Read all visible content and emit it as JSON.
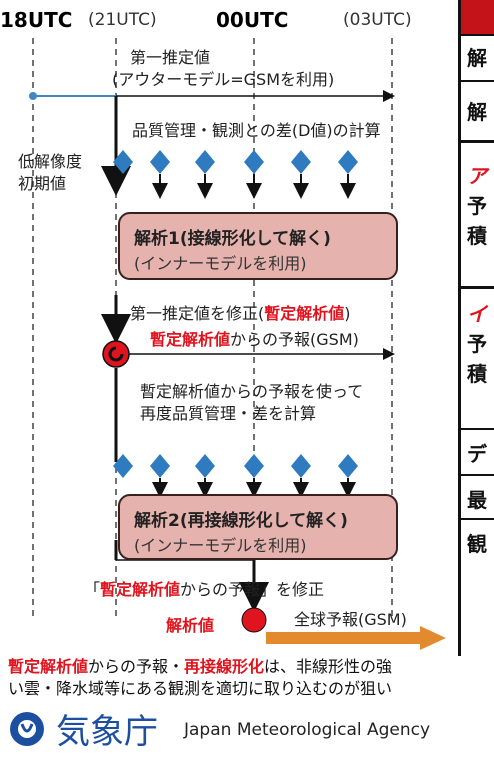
{
  "timeline": {
    "t18": "18UTC",
    "t21": "(21UTC)",
    "t00": "00UTC",
    "t03": "(03UTC)"
  },
  "diagram": {
    "first_guess_title": "第一推定値",
    "first_guess_sub": "(アウターモデル=GSMを利用)",
    "qc_label": "品質管理・観測との差(D値)の計算",
    "lowres_line1": "低解像度",
    "lowres_line2": "初期値",
    "analysis1_title": "解析1(接線形化して解く)",
    "analysis1_sub": "(インナーモデルを利用)",
    "modify_pre": "第一推定値を修正(",
    "modify_red": "暫定解析値",
    "modify_post": ")",
    "forecast_red": "暫定解析値",
    "forecast_post": "からの予報(GSM)",
    "requality_line1": "暫定解析値からの予報を使って",
    "requality_line2": "再度品質管理・差を計算",
    "analysis2_title": "解析2(再接線形化して解く)",
    "analysis2_sub": "(インナーモデルを利用)",
    "fix_pre": "「",
    "fix_red": "暫定解析値",
    "fix_post": "からの予報」を修正",
    "analysis_value": "解析値",
    "global_forecast": "全球予報(GSM)"
  },
  "right_table": {
    "r1": "解",
    "r2": "解",
    "r3a": "ア",
    "r3b": "予",
    "r3c": "積",
    "r4a": "イ",
    "r4b": "予",
    "r4c": "積",
    "r5": "デ",
    "r6": "最",
    "r7": "観"
  },
  "footer": {
    "p1_red": "暫定解析値",
    "p1_a": "からの予報・",
    "p1_red2": "再接線形化",
    "p1_b": "は、非線形性の強",
    "p2": "い雲・降水域等にある観測を適切に取り込むのが狙い"
  },
  "logo": {
    "org_jp": "気象庁",
    "org_en": "Japan Meteorological Agency"
  },
  "colors": {
    "red": "#e0141e",
    "blue_diamond": "#2f7bbf",
    "box_fill": "#e5b2ae",
    "orange_arrow": "#e48a2e",
    "blue_line": "#3f86c6"
  }
}
